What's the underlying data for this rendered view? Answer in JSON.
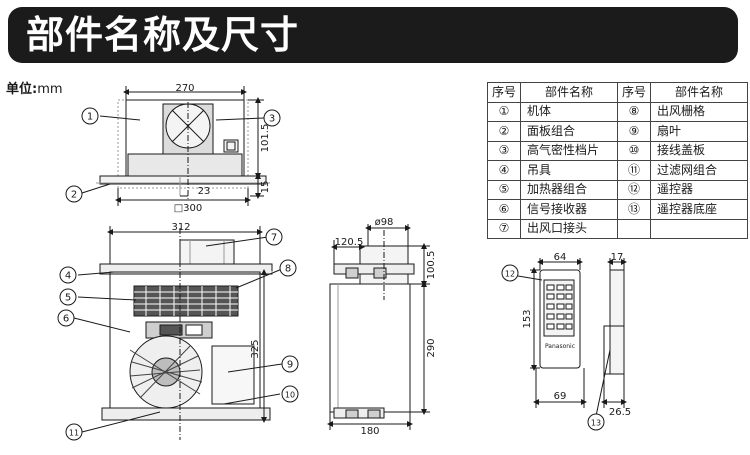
{
  "header": {
    "title": "部件名称及尺寸"
  },
  "unit": {
    "label": "单位:",
    "value": "mm"
  },
  "parts_table": {
    "headers": [
      "序号",
      "部件名称",
      "序号",
      "部件名称"
    ],
    "rows": [
      [
        "①",
        "机体",
        "⑧",
        "出风栅格"
      ],
      [
        "②",
        "面板组合",
        "⑨",
        "扇叶"
      ],
      [
        "③",
        "高气密性档片",
        "⑩",
        "接线盖板"
      ],
      [
        "④",
        "吊具",
        "⑪",
        "过滤网组合"
      ],
      [
        "⑤",
        "加热器组合",
        "⑫",
        "遥控器"
      ],
      [
        "⑥",
        "信号接收器",
        "⑬",
        "遥控器底座"
      ],
      [
        "⑦",
        "出风口接头",
        "",
        ""
      ]
    ]
  },
  "callouts": [
    "1",
    "2",
    "3",
    "4",
    "5",
    "6",
    "7",
    "8",
    "9",
    "10",
    "11",
    "12",
    "13"
  ],
  "dimensions": {
    "top_width": "270",
    "top_height": "101.5",
    "top_flange": "15",
    "top_offset": "23",
    "top_panel": "□300",
    "front_width": "312",
    "front_height": "325",
    "duct_diameter": "ø98",
    "side_offset": "120.5",
    "side_duct_height": "100.5",
    "side_height": "290",
    "side_width": "180",
    "remote_width": "64",
    "remote_height": "153",
    "remote_bottom": "69",
    "base_width": "17",
    "base_depth": "26.5"
  },
  "brand": "Panasonic"
}
